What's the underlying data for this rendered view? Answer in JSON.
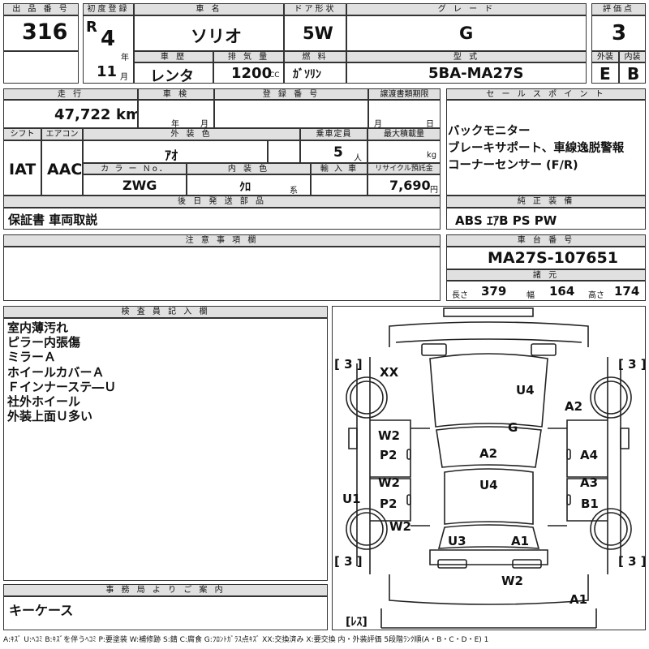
{
  "header": {
    "lot_no_label": "出 品 番 号",
    "lot_no": "316",
    "first_reg_label": "初度登録",
    "era": "R",
    "year": "4",
    "year_unit": "年",
    "month": "11",
    "month_unit": "月",
    "name_label": "車 名",
    "name": "ソリオ",
    "door_label": "ドア形状",
    "door": "5W",
    "grade_label": "グ レ ー ド",
    "grade": "G",
    "score_label": "評価点",
    "score": "3",
    "history_label": "車 歴",
    "history": "レンタ",
    "displacement_label": "排 気 量",
    "displacement": "1200",
    "cc": "CC",
    "fuel_label": "燃 料",
    "fuel": "ｶﾞｿﾘﾝ",
    "model_label": "型 式",
    "model": "5BA-MA27S",
    "ext_label": "外装",
    "ext": "E",
    "int_label": "内装",
    "int": "B"
  },
  "mid": {
    "mileage_label": "走 行",
    "mileage": "47,722",
    "km": "km",
    "inspection_label": "車 検",
    "year_unit": "年",
    "month_unit": "月",
    "reg_label": "登 録 番 号",
    "transfer_label": "譲渡書類期限",
    "day_unit": "日",
    "shift_label": "シフト",
    "shift": "IAT",
    "ac_label": "エアコン",
    "ac": "AAC",
    "color_label": "外 装 色",
    "color": "ｱｵ",
    "capacity_label": "乗車定員",
    "capacity": "5",
    "person_unit": "人",
    "load_label": "最大積載量",
    "kg": "kg",
    "color_no_label": "カ ラ ー Ｎo．",
    "color_no": "ZWG",
    "interior_label": "内 装 色",
    "interior": "ｸﾛ",
    "kei": "系",
    "import_label": "輸 入 車",
    "recycle_label": "リサイクル預託金",
    "recycle": "7,690",
    "yen": "円",
    "later_label": "後 日 発 送 部 品",
    "later": "保証書 車両取説",
    "sales_label": "セ ー ル ス ポ イ ン ト",
    "sales": [
      "バックモニター",
      "ブレーキサポート、車線逸脱警報",
      "コーナーセンサー (F/R)"
    ],
    "equip_label": "純 正 装 備",
    "equip": "ABS ｴｱB PS PW",
    "caution_label": "注 意 事 項 欄",
    "chassis_label": "車 台 番 号",
    "chassis": "MA27S-107651",
    "dims_label": "諸 元",
    "len_label": "長さ",
    "len": "379",
    "wid_label": "幅",
    "wid": "164",
    "hgt_label": "高さ",
    "hgt": "174"
  },
  "inspector": {
    "label": "検 査 員 記 入 欄",
    "lines": [
      "室内薄汚れ",
      "ピラー内張傷",
      "ミラーＡ",
      "ホイールカバーＡ",
      "Ｆインナーステ―Ｕ",
      "社外ホイール",
      "外装上面Ｕ多い"
    ]
  },
  "office": {
    "label": "事 務 局 よ り ご 案 内",
    "text": "キーケース"
  },
  "diagram": {
    "tire_fl": "[ 3 ]",
    "tire_fr": "[ 3 ]",
    "tire_rl": "[ 3 ]",
    "tire_rr": "[ 3 ]",
    "less": "[ﾚｽ]",
    "marks": [
      "XX",
      "U4",
      "A2",
      "G",
      "W2",
      "P2",
      "A2",
      "A4",
      "W2",
      "P2",
      "U4",
      "A3",
      "B1",
      "U1",
      "W2",
      "U3",
      "A1",
      "W2",
      "A1"
    ]
  },
  "legend": "A:ｷｽﾞ U:ﾍｺﾐ B:ｷｽﾞを伴うﾍｺﾐ P:要塗装 W:補修跡 S:錆 C:腐食 G:ﾌﾛﾝﾄｶﾞﾗｽ点ｷｽﾞ XX:交換済み X:要交換 内・外装評価 5段階ﾗﾝｸ順(A・B・C・D・E) 1"
}
